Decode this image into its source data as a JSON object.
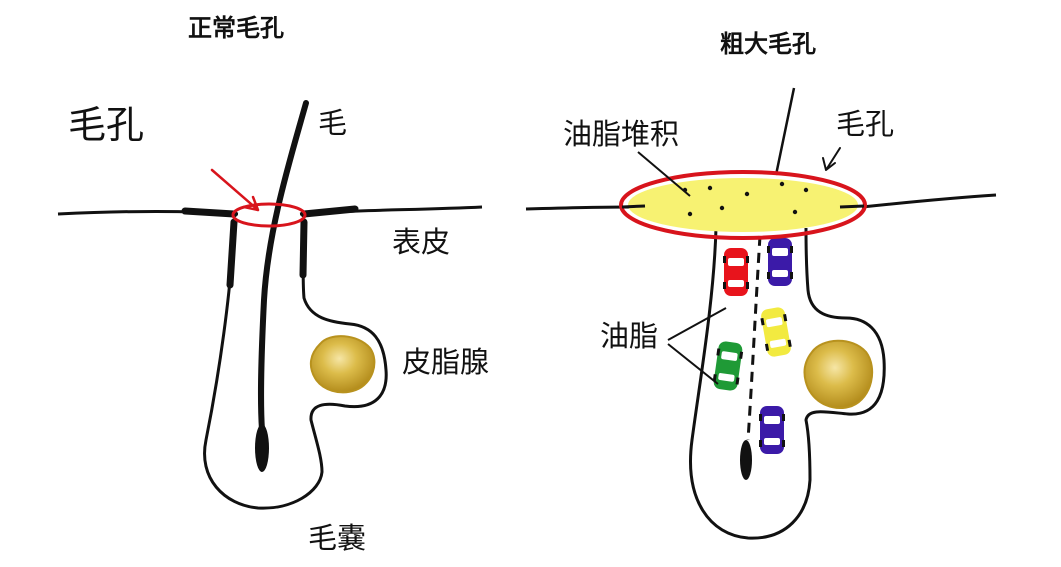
{
  "normal": {
    "title": "正常毛孔",
    "labels": {
      "pore": "毛孔",
      "hair": "毛",
      "epidermis": "表皮",
      "sebaceous_gland": "皮脂腺",
      "follicle": "毛嚢"
    }
  },
  "enlarged": {
    "title": "粗大毛孔",
    "labels": {
      "sebum_buildup": "油脂堆积",
      "pore": "毛孔",
      "sebum": "油脂"
    }
  },
  "colors": {
    "outline": "#111111",
    "pore_ring": "#d8141c",
    "sebum_fill": "#f7f272",
    "gland_fill": "#c9a52c",
    "car_red": "#e8141c",
    "car_purple": "#3b1aa8",
    "car_yellow": "#f2ea40",
    "car_green": "#1f9a36"
  },
  "cars": [
    {
      "color": "red"
    },
    {
      "color": "purple"
    },
    {
      "color": "yellow"
    },
    {
      "color": "green"
    },
    {
      "color": "purple"
    }
  ]
}
